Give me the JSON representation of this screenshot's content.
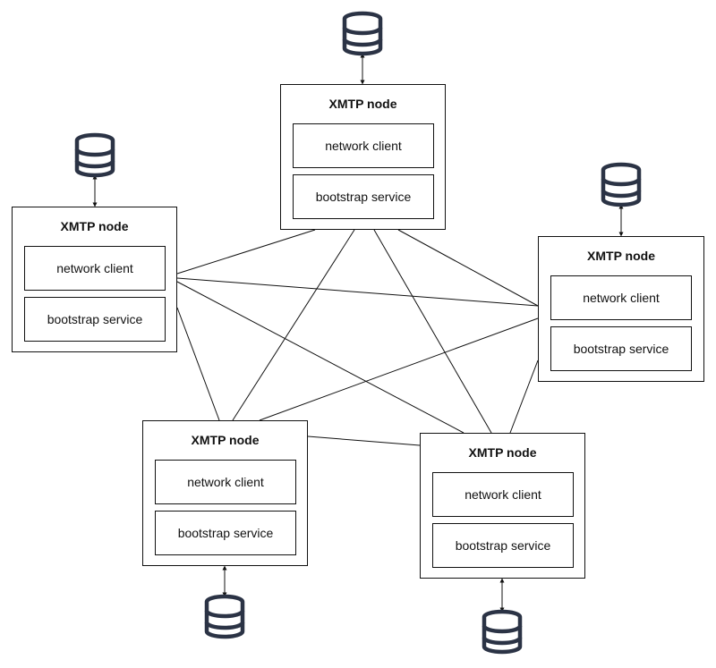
{
  "colors": {
    "stroke": "#111111",
    "db": "#2b3345",
    "background": "#ffffff"
  },
  "icon": "database-icon",
  "nodes": [
    {
      "id": "top",
      "title": "XMTP node",
      "client": "network client",
      "service": "bootstrap service"
    },
    {
      "id": "left",
      "title": "XMTP node",
      "client": "network client",
      "service": "bootstrap service"
    },
    {
      "id": "right",
      "title": "XMTP node",
      "client": "network client",
      "service": "bootstrap service"
    },
    {
      "id": "bottom-left",
      "title": "XMTP node",
      "client": "network client",
      "service": "bootstrap service"
    },
    {
      "id": "bottom-right",
      "title": "XMTP node",
      "client": "network client",
      "service": "bootstrap service"
    }
  ],
  "connections": [
    [
      "top",
      "left"
    ],
    [
      "top",
      "right"
    ],
    [
      "top",
      "bottom-left"
    ],
    [
      "top",
      "bottom-right"
    ],
    [
      "left",
      "right"
    ],
    [
      "left",
      "bottom-left"
    ],
    [
      "left",
      "bottom-right"
    ],
    [
      "right",
      "bottom-left"
    ],
    [
      "right",
      "bottom-right"
    ],
    [
      "bottom-left",
      "bottom-right"
    ]
  ]
}
